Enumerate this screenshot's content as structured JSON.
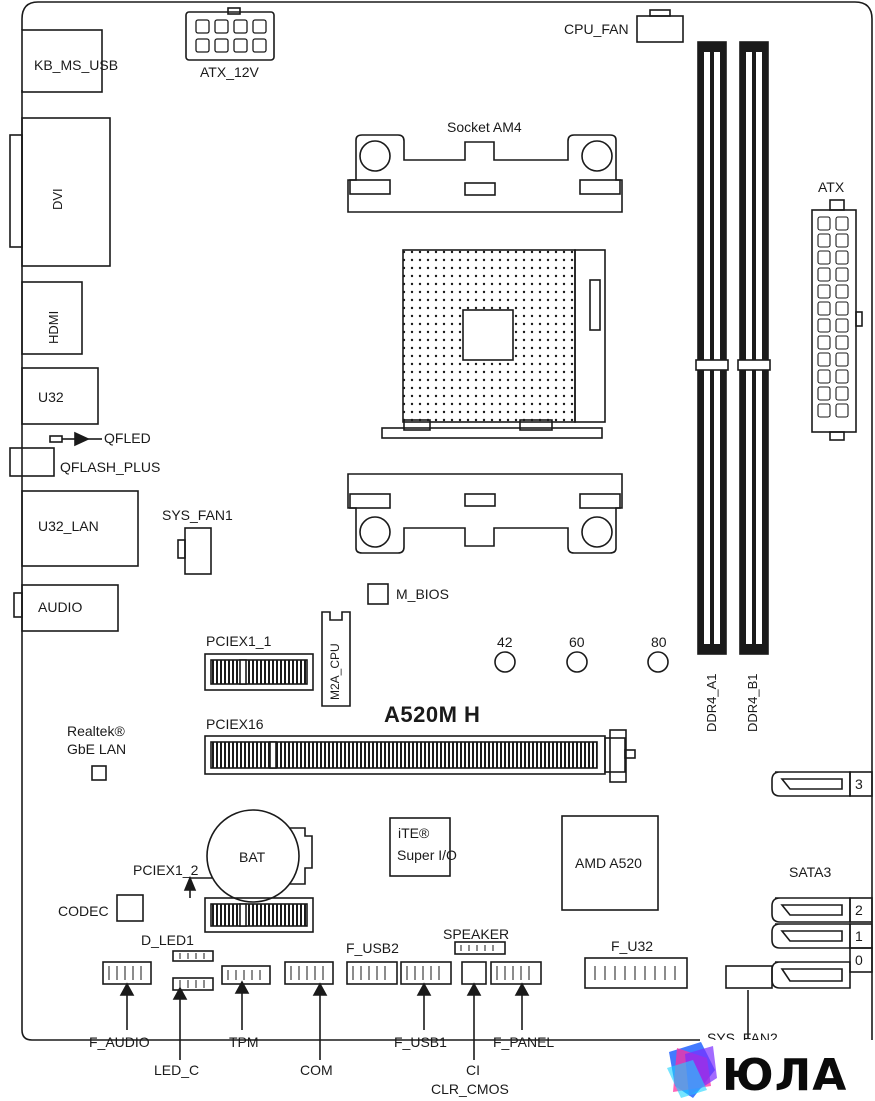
{
  "diagram": {
    "board_model": "A520M H",
    "labels": {
      "atx_12v": "ATX_12V",
      "cpu_fan": "CPU_FAN",
      "kb_ms_usb": "KB_MS_USB",
      "socket": "Socket AM4",
      "dvi": "DVI",
      "atx": "ATX",
      "hdmi": "HDMI",
      "u32": "U32",
      "qfled": "QFLED",
      "qflash_plus": "QFLASH_PLUS",
      "u32_lan": "U32_LAN",
      "sys_fan1": "SYS_FAN1",
      "audio": "AUDIO",
      "m_bios": "M_BIOS",
      "pciex1_1": "PCIEX1_1",
      "m2a_cpu": "M2A_CPU",
      "m2_42": "42",
      "m2_60": "60",
      "m2_80": "80",
      "ddr4_a1": "DDR4_A1",
      "ddr4_b1": "DDR4_B1",
      "realtek_line1": "Realtek®",
      "realtek_line2": "GbE LAN",
      "pciex16": "PCIEX16",
      "sata3_port3": "3",
      "bat": "BAT",
      "ite_line1": "iTE®",
      "ite_line2": "Super I/O",
      "amd_chipset": "AMD A520",
      "pciex1_2": "PCIEX1_2",
      "sata3": "SATA3",
      "codec": "CODEC",
      "sata3_port2": "2",
      "sata3_port1": "1",
      "sata3_port0": "0",
      "d_led1": "D_LED1",
      "speaker": "SPEAKER",
      "f_usb2": "F_USB2",
      "f_u32": "F_U32",
      "sys_fan2": "SYS_FAN2",
      "f_audio": "F_AUDIO",
      "tpm": "TPM",
      "f_usb1": "F_USB1",
      "f_panel": "F_PANEL",
      "led_c": "LED_C",
      "com": "COM",
      "ci": "CI",
      "clr_cmos": "CLR_CMOS"
    }
  },
  "watermark": {
    "logo_text": "ЮЛА",
    "logo_colors": [
      "#2f6bff",
      "#ff2fa0",
      "#7a2cff",
      "#19d3ff"
    ]
  }
}
